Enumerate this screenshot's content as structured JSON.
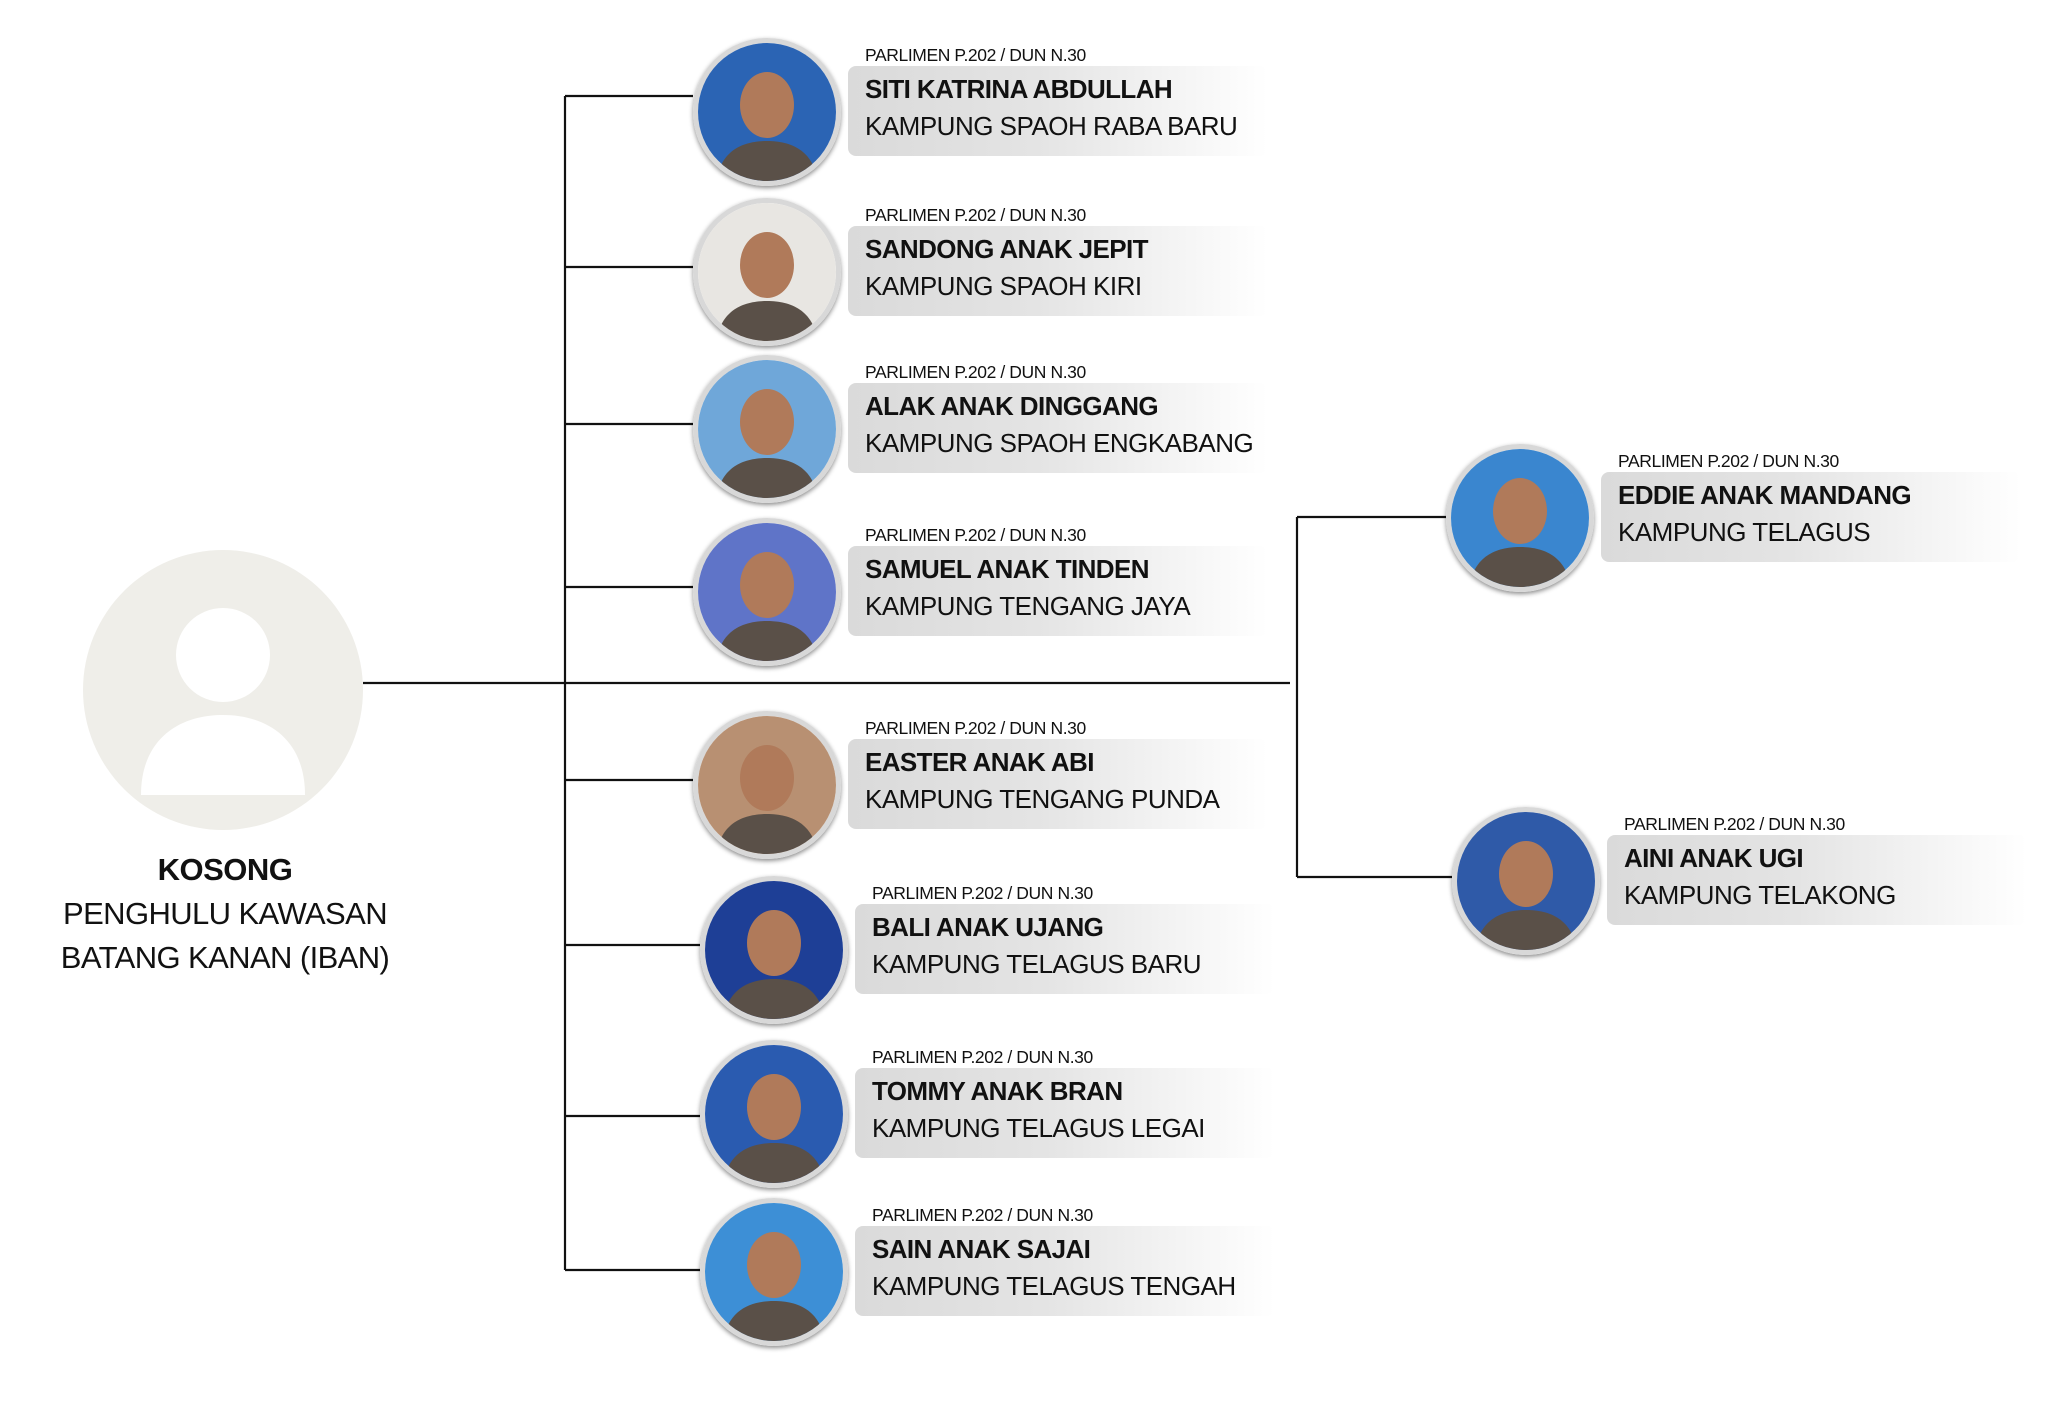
{
  "root": {
    "name": "KOSONG",
    "title_line1": "PENGHULU KAWASAN",
    "title_line2": "BATANG KANAN (IBAN)"
  },
  "members": [
    {
      "parliament": "PARLIMEN P.202 / DUN N.30",
      "name": "SITI KATRINA ABDULLAH",
      "village": "KAMPUNG SPAOH RABA BARU",
      "photo_bg": "#2b64b4"
    },
    {
      "parliament": "PARLIMEN P.202 / DUN N.30",
      "name": "SANDONG ANAK JEPIT",
      "village": "KAMPUNG SPAOH KIRI",
      "photo_bg": "#e8e6e2"
    },
    {
      "parliament": "PARLIMEN P.202 / DUN N.30",
      "name": "ALAK ANAK DINGGANG",
      "village": "KAMPUNG SPAOH ENGKABANG",
      "photo_bg": "#6fa7d9"
    },
    {
      "parliament": "PARLIMEN P.202 / DUN N.30",
      "name": "SAMUEL ANAK TINDEN",
      "village": "KAMPUNG TENGANG JAYA",
      "photo_bg": "#5f74c8"
    },
    {
      "parliament": "PARLIMEN P.202 / DUN N.30",
      "name": "EASTER ANAK ABI",
      "village": "KAMPUNG TENGANG PUNDA",
      "photo_bg": "#b89072"
    },
    {
      "parliament": "PARLIMEN P.202 / DUN N.30",
      "name": "BALI ANAK UJANG",
      "village": "KAMPUNG TELAGUS BARU",
      "photo_bg": "#1e3f96"
    },
    {
      "parliament": "PARLIMEN P.202 / DUN N.30",
      "name": "TOMMY ANAK BRAN",
      "village": "KAMPUNG TELAGUS LEGAI",
      "photo_bg": "#2a5bb0"
    },
    {
      "parliament": "PARLIMEN P.202 / DUN N.30",
      "name": "SAIN ANAK SAJAI",
      "village": "KAMPUNG TELAGUS TENGAH",
      "photo_bg": "#3d8fd6"
    },
    {
      "parliament": "PARLIMEN P.202 / DUN N.30",
      "name": "EDDIE ANAK MANDANG",
      "village": "KAMPUNG TELAGUS",
      "photo_bg": "#3a86cf"
    },
    {
      "parliament": "PARLIMEN P.202 / DUN N.30",
      "name": "AINI ANAK UGI",
      "village": "KAMPUNG TELAKONG",
      "photo_bg": "#2f5aa8"
    }
  ],
  "colors": {
    "line": "#111111",
    "root_avatar_bg": "#efeee9",
    "root_avatar_fg": "#ffffff",
    "skin": "#b07a5a"
  }
}
